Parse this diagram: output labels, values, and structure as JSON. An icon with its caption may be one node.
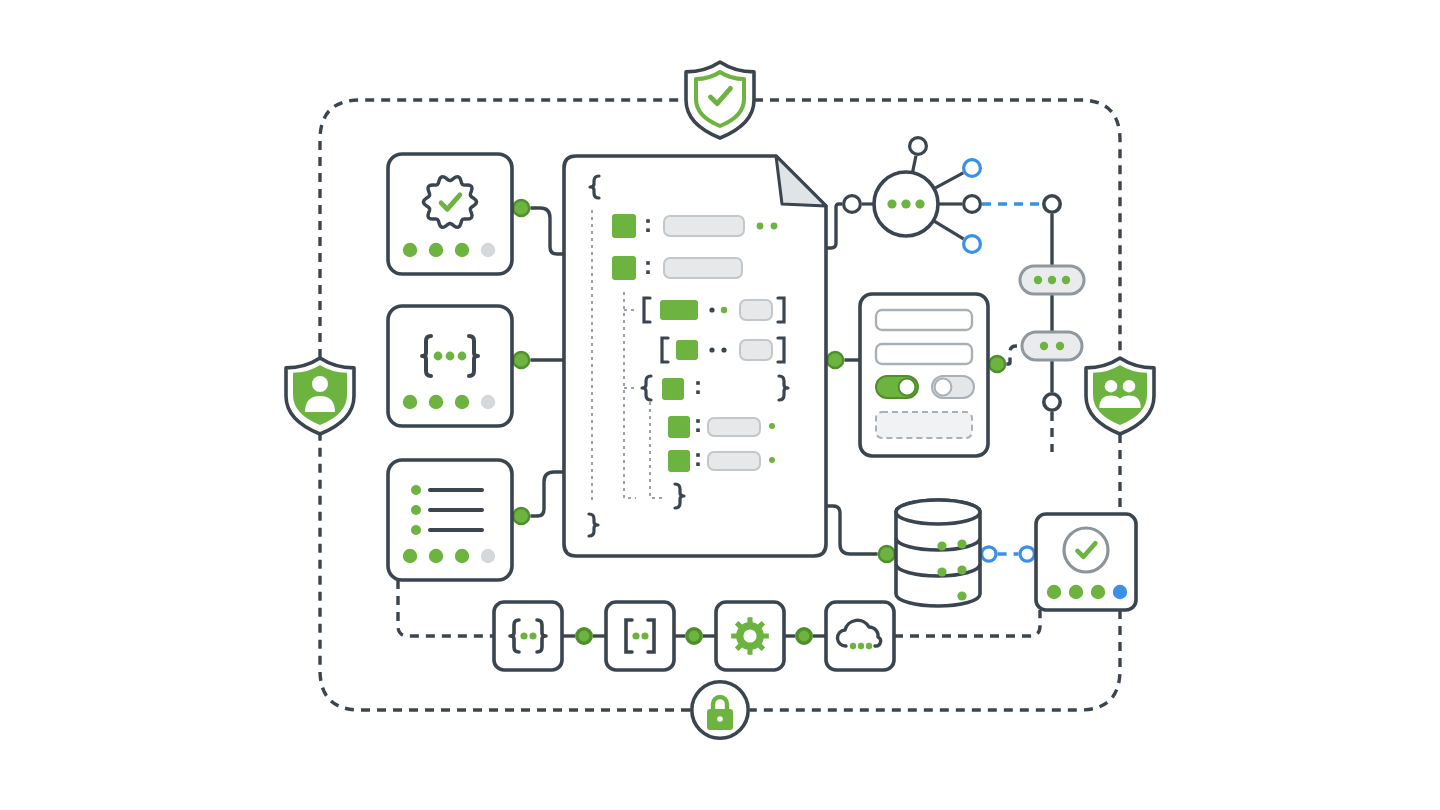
{
  "diagram": {
    "nodes": [
      {
        "text": [],
        "shape": "shield"
      },
      {
        "text": [],
        "shape": "box"
      },
      {
        "text": [],
        "shape": "document"
      },
      {
        "text": [],
        "shape": "circle"
      },
      {
        "text": [],
        "shape": "circle"
      },
      {
        "text": [],
        "shape": "pill"
      },
      {
        "text": [],
        "shape": "box"
      },
      {
        "text": [],
        "shape": "box"
      },
      {
        "text": [],
        "shape": "pill"
      },
      {
        "text": [],
        "shape": "circle"
      },
      {
        "text": [],
        "shape": "shield"
      },
      {
        "text": [],
        "shape": "shield"
      },
      {
        "text": [],
        "shape": "box"
      },
      {
        "text": [],
        "shape": "cylinder"
      },
      {
        "text": [],
        "shape": "box"
      },
      {
        "text": [],
        "shape": "box"
      },
      {
        "text": [],
        "shape": "circle"
      },
      {
        "text": [],
        "shape": "box"
      },
      {
        "text": [],
        "shape": "circle"
      },
      {
        "text": [],
        "shape": "box"
      },
      {
        "text": [],
        "shape": "circle"
      },
      {
        "text": [],
        "shape": "box"
      },
      {
        "text": [],
        "shape": "circle"
      }
    ],
    "edges": [
      {
        "from": 0,
        "to": 11,
        "arrow": "none",
        "style": "dashed"
      },
      {
        "from": 11,
        "to": 14,
        "arrow": "none",
        "style": "dashed"
      },
      {
        "from": 14,
        "to": 22,
        "arrow": "none",
        "style": "dashed"
      },
      {
        "from": 22,
        "to": 10,
        "arrow": "none",
        "style": "dashed"
      },
      {
        "from": 10,
        "to": 0,
        "arrow": "none",
        "style": "dashed"
      },
      {
        "from": 1,
        "to": 2,
        "arrow": "other"
      },
      {
        "from": 6,
        "to": 2,
        "arrow": "other"
      },
      {
        "from": 12,
        "to": 2,
        "arrow": "other"
      },
      {
        "from": 2,
        "to": 3,
        "arrow": "none"
      },
      {
        "from": 3,
        "to": 4,
        "arrow": "none",
        "style": "dashed",
        "color": "#3b8fe6"
      },
      {
        "from": 4,
        "to": 5,
        "arrow": "none"
      },
      {
        "from": 5,
        "to": 8,
        "arrow": "none"
      },
      {
        "from": 8,
        "to": 9,
        "arrow": "none"
      },
      {
        "from": 9,
        "to": null,
        "arrow": "none",
        "style": "dashed"
      },
      {
        "from": 2,
        "to": 7,
        "arrow": "other"
      },
      {
        "from": 7,
        "to": 8,
        "arrow": "other",
        "style": "dashed"
      },
      {
        "from": 13,
        "to": 2,
        "arrow": "other"
      },
      {
        "from": 13,
        "to": 14,
        "arrow": "other",
        "style": "dashed",
        "color": "#3b8fe6"
      },
      {
        "from": 15,
        "to": 16,
        "arrow": "none"
      },
      {
        "from": 16,
        "to": 17,
        "arrow": "none"
      },
      {
        "from": 17,
        "to": 18,
        "arrow": "none"
      },
      {
        "from": 18,
        "to": 19,
        "arrow": "none"
      },
      {
        "from": 19,
        "to": 20,
        "arrow": "none"
      },
      {
        "from": 20,
        "to": 21,
        "arrow": "none"
      },
      {
        "from": 12,
        "to": 15,
        "arrow": "none",
        "style": "dashed"
      },
      {
        "from": 21,
        "to": 14,
        "arrow": "none",
        "style": "dashed"
      }
    ]
  }
}
